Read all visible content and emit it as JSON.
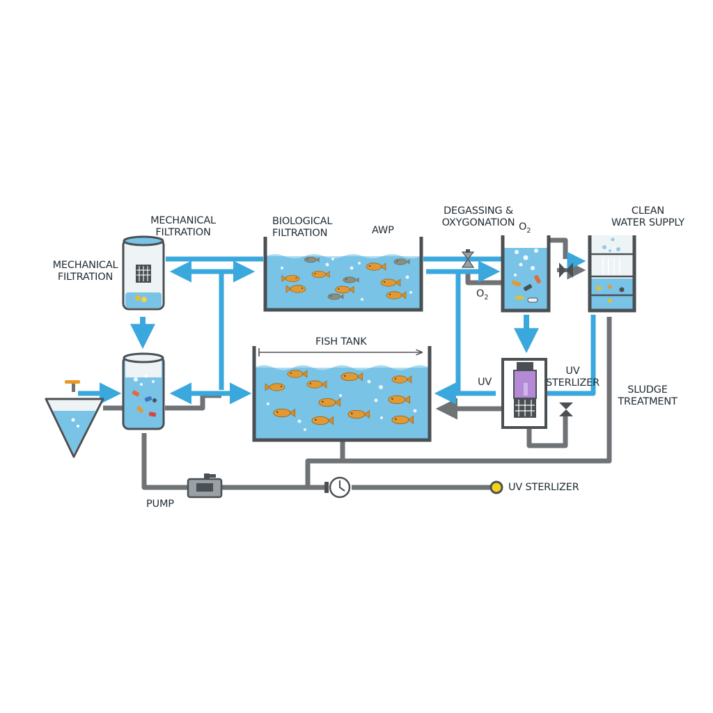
{
  "labels": {
    "mech_top_l1": "MECHANICAL",
    "mech_top_l2": "FILTRATION",
    "mech_side_l1": "MECHANICAL",
    "mech_side_l2": "FILTRATION",
    "bio_l1": "BIOLOGICAL",
    "bio_l2": "FILTRATION",
    "awp": "AWP",
    "degas_l1": "DEGASSING &",
    "degas_l2": "OXYGONATION",
    "o2_top": "O",
    "o2_top_sub": "2",
    "o2_mid": "O",
    "o2_mid_sub": "2",
    "clean_l1": "CLEAN",
    "clean_l2": "WATER SUPPLY",
    "fish_tank": "FISH TANK",
    "uv": "UV",
    "uv_ster_l1": "UV",
    "uv_ster_l2": "STERLIZER",
    "sludge_l1": "SLUDGE",
    "sludge_l2": "TREATMENT",
    "pump": "PUMP",
    "uv_bottom": "UV STERLIZER"
  },
  "colors": {
    "water": "#79c3e6",
    "pipe_blue": "#3aa8dc",
    "pipe_grey": "#6f7376",
    "tank_wall": "#4a4f53",
    "fish": "#e19a33",
    "fish_grey": "#8b8f80",
    "indicator": "#f0d21a"
  }
}
